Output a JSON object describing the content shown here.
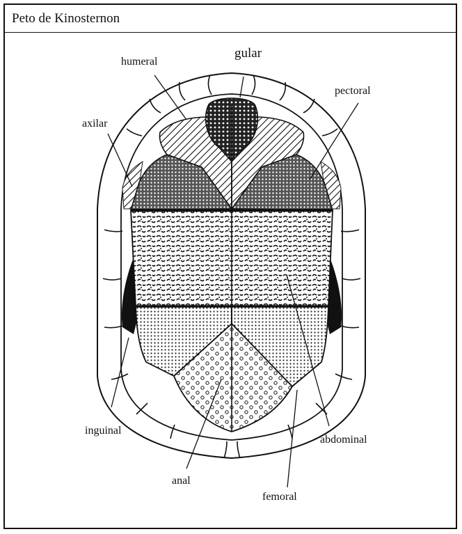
{
  "figure": {
    "title": "Peto de Kinosternon",
    "labels": {
      "gular": "gular",
      "humeral": "humeral",
      "pectoral": "pectoral",
      "axilar": "axilar",
      "inguinal": "inguinal",
      "abdominal": "abdominal",
      "anal": "anal",
      "femoral": "femoral"
    }
  }
}
